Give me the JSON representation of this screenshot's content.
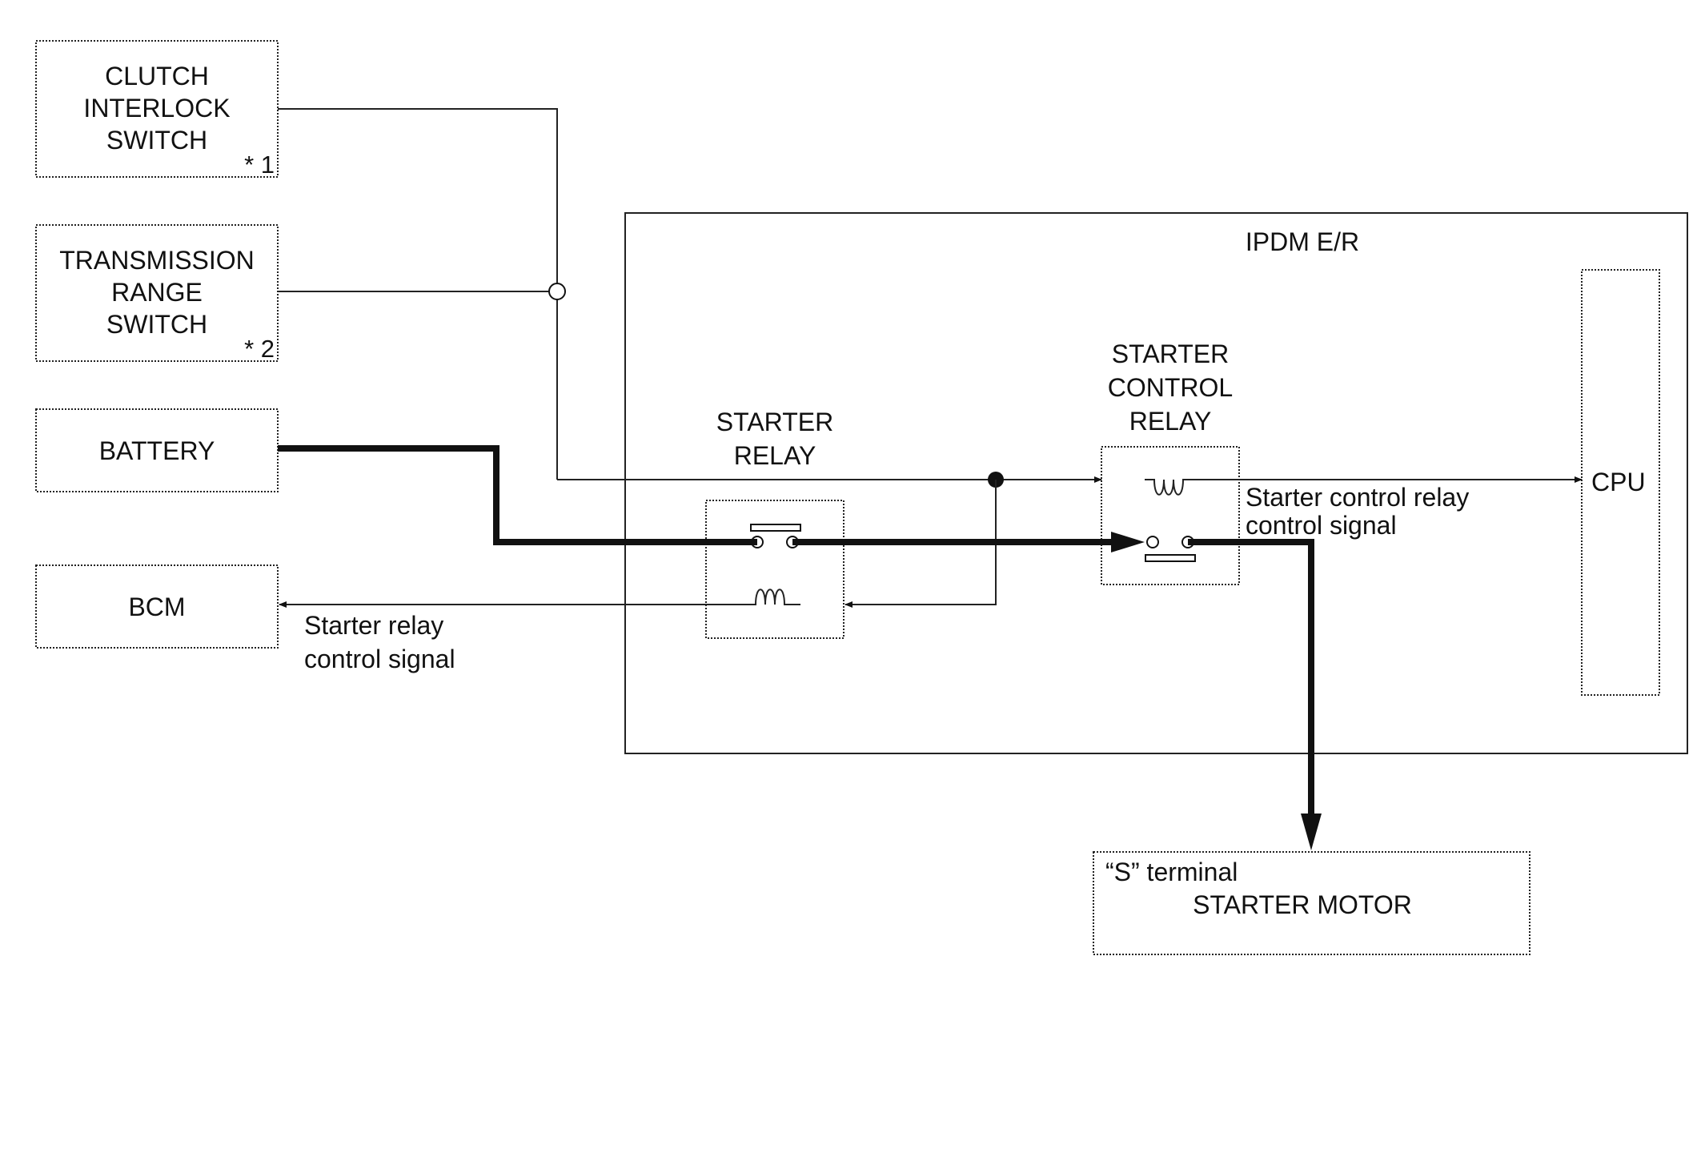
{
  "diagram": {
    "components": {
      "clutch_switch": {
        "line1": "CLUTCH",
        "line2": "INTERLOCK",
        "line3": "SWITCH",
        "note": "* 1"
      },
      "transmission_switch": {
        "line1": "TRANSMISSION",
        "line2": "RANGE",
        "line3": "SWITCH",
        "note": "* 2"
      },
      "battery": {
        "label": "BATTERY"
      },
      "bcm": {
        "label": "BCM"
      },
      "ipdm": {
        "label": "IPDM E/R"
      },
      "cpu": {
        "label": "CPU"
      },
      "starter_relay": {
        "line1": "STARTER",
        "line2": "RELAY"
      },
      "starter_control_relay": {
        "line1": "STARTER",
        "line2": "CONTROL",
        "line3": "RELAY"
      },
      "starter_motor": {
        "terminal": "“S” terminal",
        "label": "STARTER MOTOR"
      }
    },
    "signals": {
      "starter_control_relay_signal": {
        "line1": "Starter control relay",
        "line2": "control signal"
      },
      "starter_relay_signal": {
        "line1": "Starter relay",
        "line2": "control signal"
      }
    },
    "colors": {
      "line": "#111111",
      "background": "#ffffff"
    }
  }
}
